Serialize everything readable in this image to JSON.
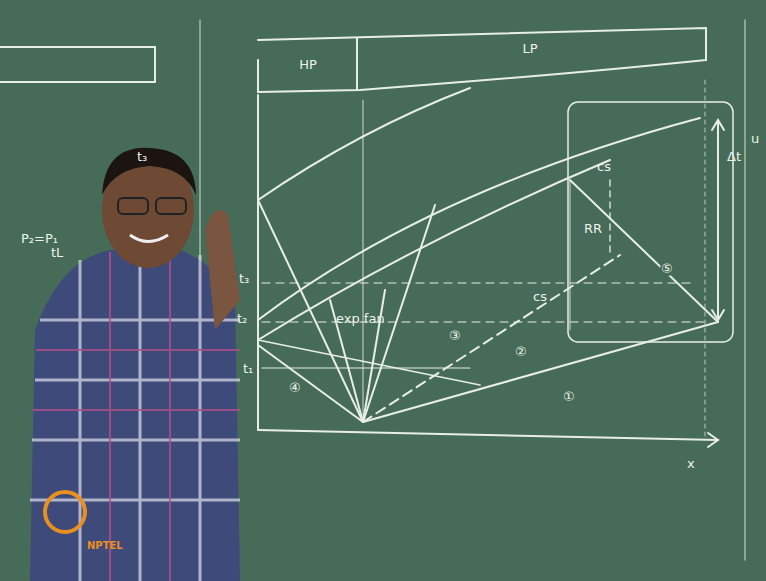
{
  "diagram": {
    "nodes": [
      {
        "text": [
          "HP"
        ]
      },
      {
        "text": [
          "LP"
        ]
      }
    ],
    "labels": [
      "t₃",
      "t₂",
      "t₁",
      "④",
      "③",
      "②",
      "①",
      "⑤",
      "cs",
      "cs",
      "RR",
      "Δt",
      "x",
      "exp fan",
      "u",
      "t₃",
      "P₂=P₁",
      "tL",
      "NPTEL"
    ]
  }
}
